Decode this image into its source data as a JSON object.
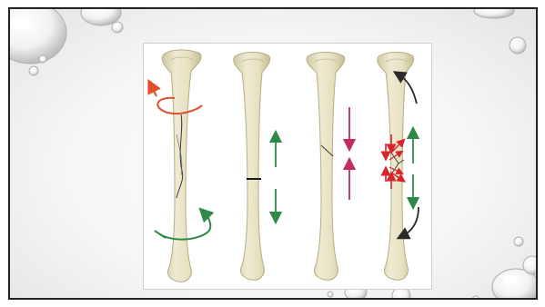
{
  "slide": {
    "figure": {
      "panels": [
        {
          "name": "spiral-fracture",
          "arrows": [
            "rotation-orange",
            "rotation-green"
          ]
        },
        {
          "name": "transverse-fracture",
          "arrows": [
            "tension-green"
          ]
        },
        {
          "name": "oblique-fracture",
          "arrows": [
            "compression-magenta"
          ]
        },
        {
          "name": "comminuted-fracture",
          "arrows": [
            "bending-black",
            "compression-red",
            "tension-green"
          ]
        }
      ]
    },
    "colors": {
      "bone": "#e8e3c4",
      "bone_outline": "#bdb590",
      "orange_arrow": "#e2502b",
      "green_arrow": "#2f8a4a",
      "magenta_arrow": "#c42a64",
      "red_arrow": "#d8242e",
      "black_arrow": "#2a2a2a"
    }
  }
}
